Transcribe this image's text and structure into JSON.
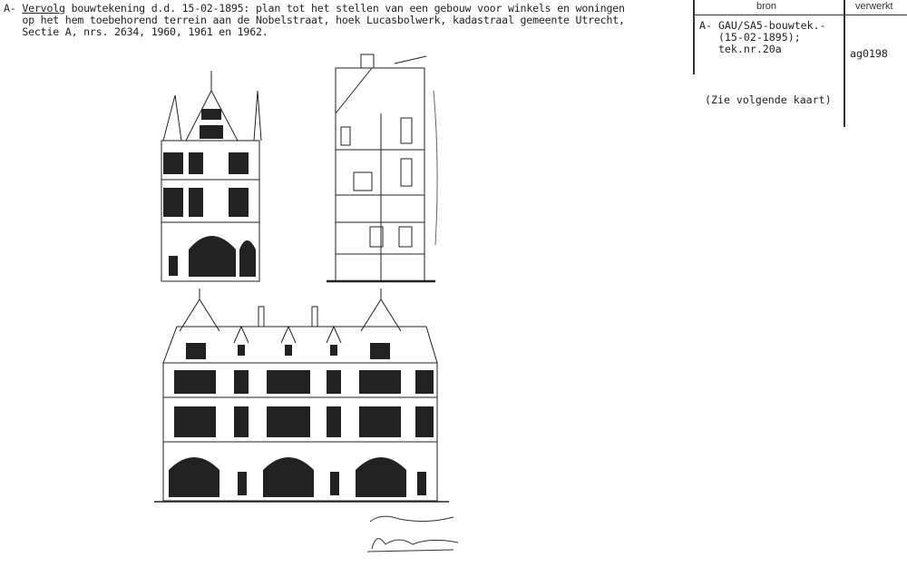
{
  "description": {
    "prefix": "A- ",
    "keyword": "Vervolg",
    "line1_rest": " bouwtekening d.d. 15-02-1895: plan tot het stellen van een gebouw voor winkels en woningen",
    "line2": "   op het hem toebehorend terrein aan de Nobelstraat, hoek Lucasbolwerk, kadastraal gemeente Utrecht,",
    "line3": "   Sectie A, nrs. 2634, 1960, 1961 en 1962."
  },
  "table": {
    "headers": {
      "bron": "bron",
      "verwerkt": "verwerkt"
    },
    "bron_entry": "A- GAU/SA5-bouwtek.-\n   (15-02-1895);\n   tek.nr.20a",
    "verwerkt_entry": "ag0198",
    "note": "(Zie volgende kaart)"
  }
}
